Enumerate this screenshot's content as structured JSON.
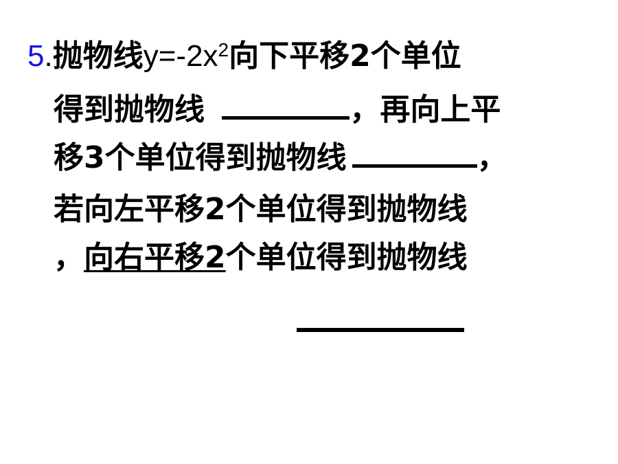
{
  "problem": {
    "number": "5",
    "dot": ".",
    "line1": {
      "text_a": "抛物线",
      "equation": "y=-2x",
      "exponent": "2",
      "text_b": "向下平移2个单位"
    },
    "line2": {
      "text_a": "得到抛物线 ",
      "text_b": "，再向上平"
    },
    "line3": {
      "text_a": "移3个单位得到抛物线",
      "text_b": "，"
    },
    "line4": {
      "text": "若向左平移2个单位得到抛物线"
    },
    "line5": {
      "prefix": "，",
      "underlined": "向右平移2",
      "text": "个单位得到抛物线"
    }
  }
}
